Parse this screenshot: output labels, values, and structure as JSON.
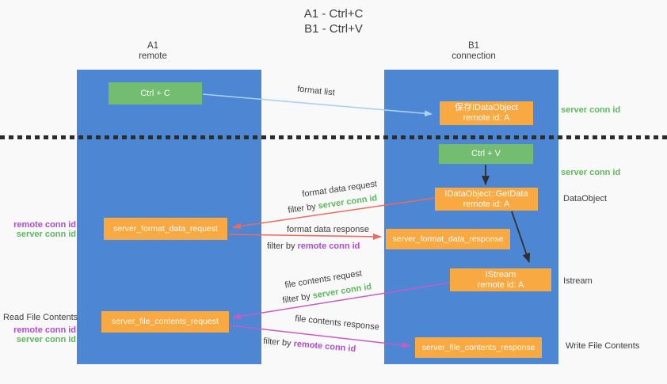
{
  "title": {
    "line1": "A1 - Ctrl+C",
    "line2": "B1 - Ctrl+V"
  },
  "lanes": {
    "a1": {
      "name": "A1",
      "role": "remote"
    },
    "b1": {
      "name": "B1",
      "role": "connection"
    }
  },
  "nodes": {
    "ctrl_c": {
      "label": "Ctrl + C"
    },
    "ctrl_v": {
      "label": "Ctrl + V"
    },
    "save_idataobject": {
      "line1": "保存IDataObject",
      "line2": "remote id: A"
    },
    "getdata": {
      "line1": "IDataObject::GetData",
      "line2": "remote id: A"
    },
    "istream": {
      "line1": "IStream",
      "line2": "remote id: A"
    },
    "server_format_data_request": {
      "label": "server_format_data_request"
    },
    "server_format_data_response": {
      "label": "server_format_data_response"
    },
    "server_file_contents_request": {
      "label": "server_file_contents_request"
    },
    "server_file_contents_response": {
      "label": "server_file_contents_response"
    }
  },
  "edge_labels": {
    "format_list": "format list",
    "format_data_request": "format data request",
    "format_data_response": "format data response",
    "file_contents_request": "file contents request",
    "file_contents_response": "file contents response",
    "filter_by": "filter by",
    "server_conn_id": "server conn id",
    "remote_conn_id": "remote conn id"
  },
  "side_labels": {
    "left_remote_conn_id": "remote conn id",
    "left_server_conn_id": "server conn id",
    "read_file_contents": "Read File Contents",
    "right_server_conn_id_1": "server conn id",
    "right_server_conn_id_2": "server conn id",
    "dataobject": "DataObject",
    "istream": "Istream",
    "write_file_contents": "Write File Contents"
  },
  "colors": {
    "lane_blue": "#4d86d3",
    "node_green": "#73bd71",
    "node_orange": "#f8a941",
    "arrow_black": "#2f2f2f",
    "arrow_red": "#ed6a5e",
    "arrow_magenta": "#c75bc3",
    "arrow_lightblue": "#a8d2ef",
    "text_green": "#5eb95e",
    "text_purple": "#af4ccd",
    "background": "#f9f9f9"
  }
}
